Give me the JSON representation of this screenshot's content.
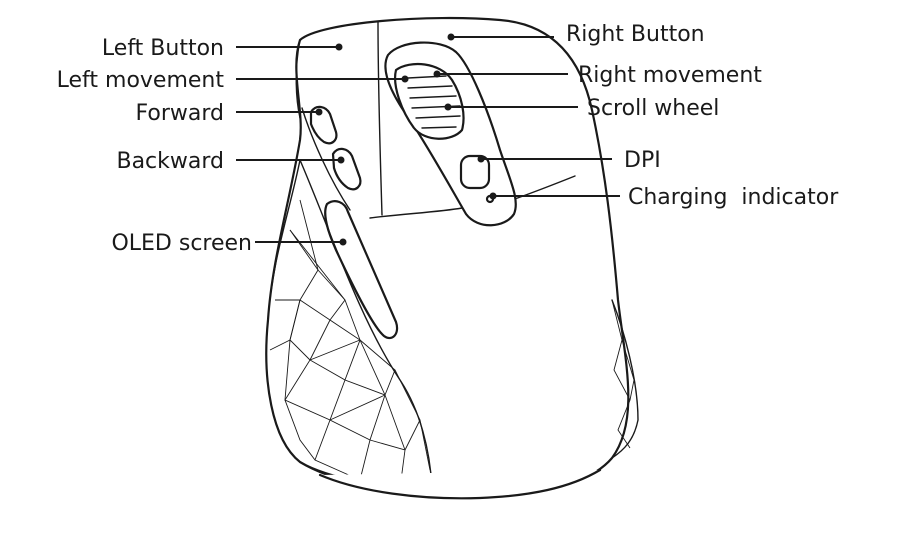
{
  "labels": {
    "left_button": "Left Button",
    "left_movement": "Left movement",
    "forward": "Forward",
    "backward": "Backward",
    "oled_screen": "OLED screen",
    "right_button": "Right Button",
    "right_movement": "Right movement",
    "scroll_wheel": "Scroll wheel",
    "dpi": "DPI",
    "charging_indicator": "Charging  indicator"
  },
  "colors": {
    "ink": "#1a1a1a",
    "background": "#ffffff"
  }
}
